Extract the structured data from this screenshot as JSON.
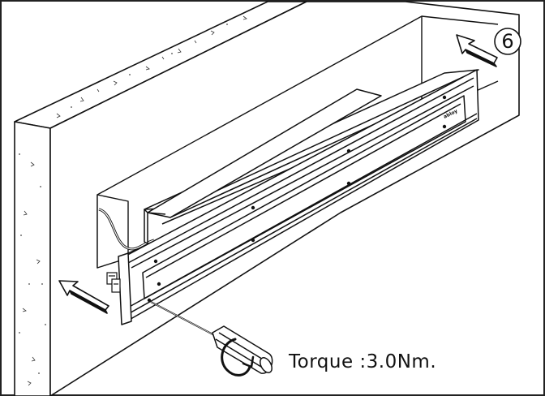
{
  "step": {
    "number": "6"
  },
  "annotation": {
    "torque": "Torque :3.0Nm."
  },
  "device": {
    "brand_mark": "abloy"
  },
  "icons": {
    "step_badge": "circled-number",
    "insert_arrow_right": "arrow-icon",
    "insert_arrow_left": "arrow-icon",
    "rotation": "clockwise-rotation-icon",
    "tool": "screwdriver-icon"
  },
  "colors": {
    "line": "#111111",
    "background": "#ffffff",
    "frame": "#222222"
  }
}
